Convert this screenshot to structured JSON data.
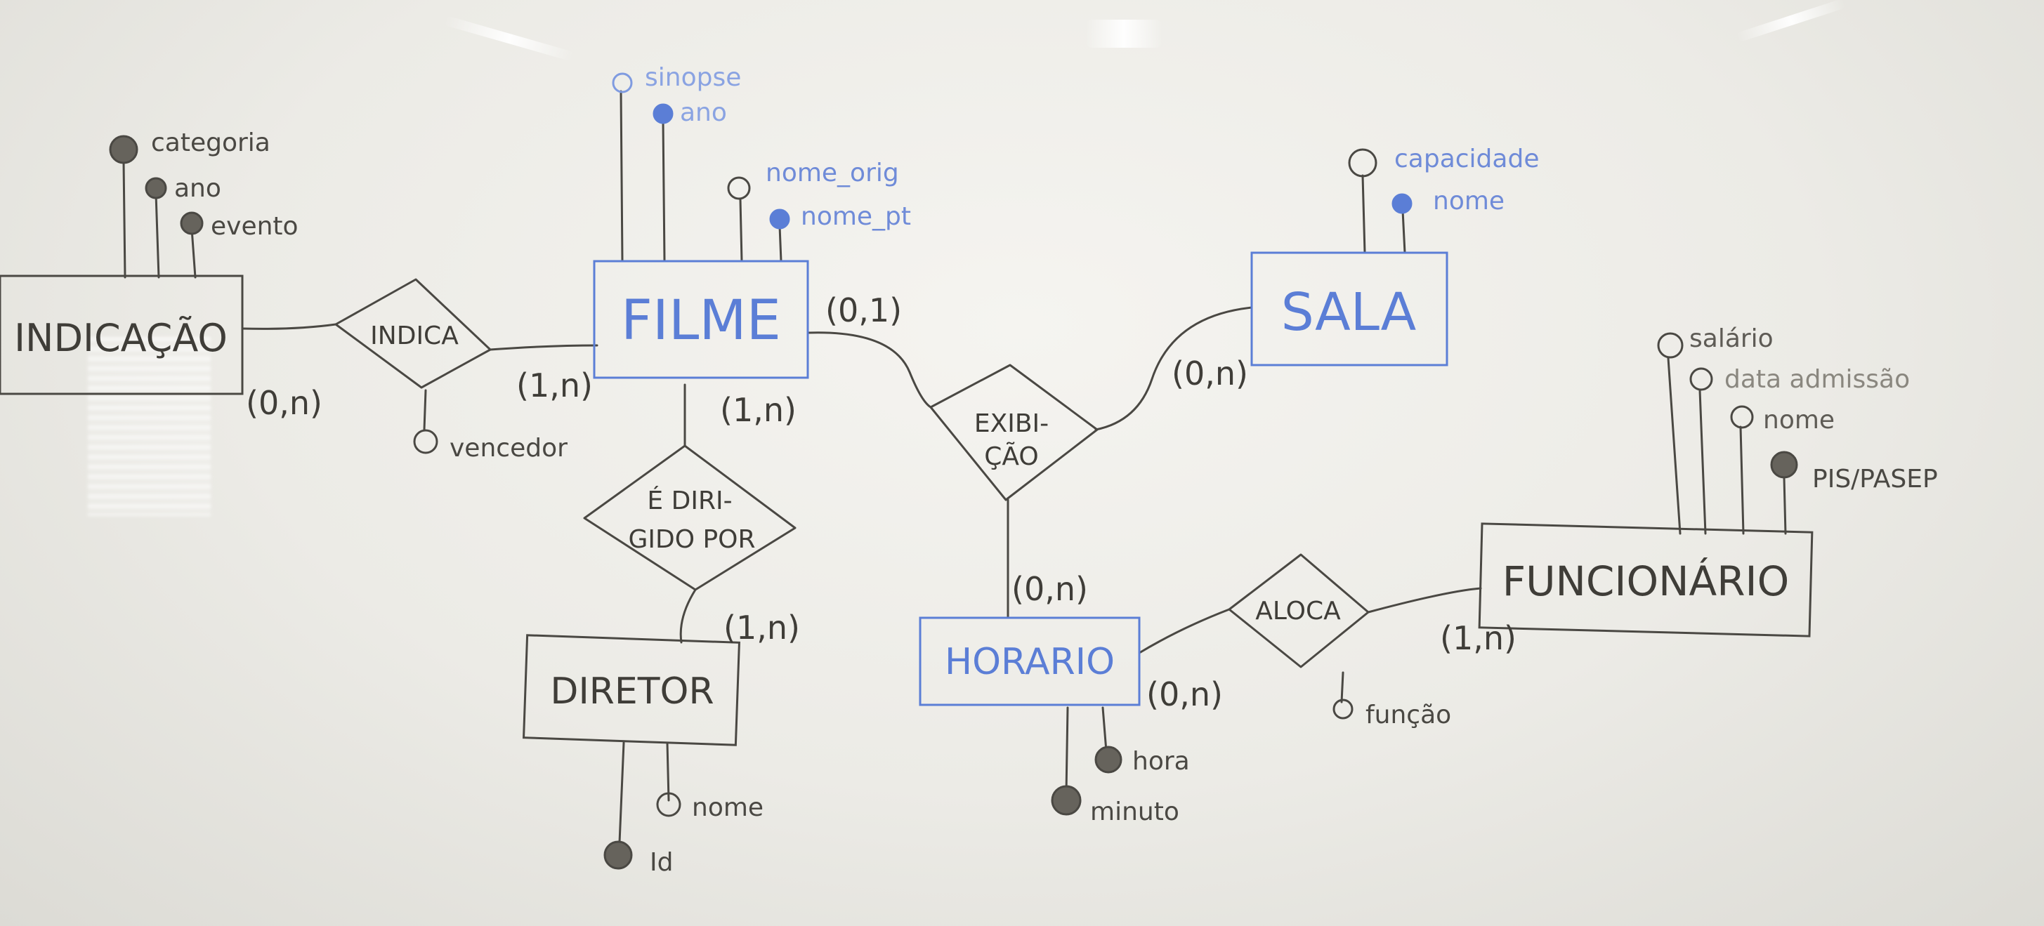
{
  "colors": {
    "ink_dark": "#3b3934",
    "ink_blue": "#5b7ed6",
    "board": "#ecebe6"
  },
  "entities": {
    "indicacao": "INDICAÇÃO",
    "filme": "FILME",
    "sala": "SALA",
    "diretor": "DIRETOR",
    "horario": "HORARIO",
    "funcionario": "FUNCIONÁRIO"
  },
  "relationships": {
    "indica": "INDICA",
    "exibicao_1": "EXIBI-",
    "exibicao_2": "ÇÃO",
    "dirigido_1": "É DIRI-",
    "dirigido_2": "GIDO POR",
    "aloca": "ALOCA"
  },
  "attributes": {
    "indicacao_categoria": "categoria",
    "indicacao_ano": "ano",
    "indicacao_evento": "evento",
    "indica_vencedor": "vencedor",
    "filme_sinopse": "sinopse",
    "filme_ano": "ano",
    "filme_nome_orig": "nome_orig",
    "filme_nome_pt": "nome_pt",
    "sala_capacidade": "capacidade",
    "sala_nome": "nome",
    "func_salario": "salário",
    "func_data_admissao": "data admissão",
    "func_nome": "nome",
    "func_pis": "PIS/PASEP",
    "aloca_funcao": "função",
    "diretor_nome": "nome",
    "diretor_id": "Id",
    "horario_hora": "hora",
    "horario_minuto": "minuto"
  },
  "cardinalities": {
    "indicacao_indica": "(0,n)",
    "indica_filme": "(1,n)",
    "filme_exibicao": "(0,1)",
    "exibicao_sala": "(0,n)",
    "filme_dirigido": "(1,n)",
    "dirigido_diretor": "(1,n)",
    "exibicao_horario": "(0,n)",
    "horario_aloca": "(0,n)",
    "aloca_funcionario": "(1,n)"
  }
}
